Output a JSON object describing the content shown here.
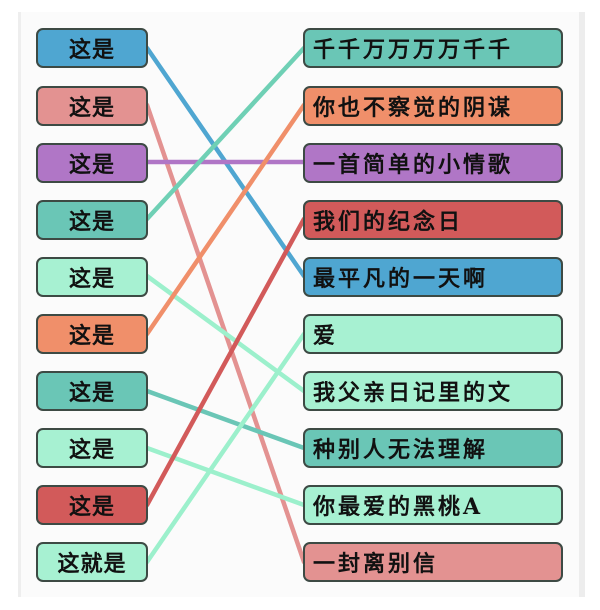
{
  "colors": {
    "blue": "#4fa6d1",
    "pink": "#e39291",
    "purple": "#b076c6",
    "teal": "#6ac6b6",
    "mint": "#a7f1d2",
    "orange": "#f08f6a",
    "red": "#d25a5a",
    "line_teal": "#6fd0b5",
    "line_mint": "#9cf0cc"
  },
  "left_items": [
    {
      "label": "这是",
      "color": "blue"
    },
    {
      "label": "这是",
      "color": "pink"
    },
    {
      "label": "这是",
      "color": "purple"
    },
    {
      "label": "这是",
      "color": "teal"
    },
    {
      "label": "这是",
      "color": "mint"
    },
    {
      "label": "这是",
      "color": "orange"
    },
    {
      "label": "这是",
      "color": "teal"
    },
    {
      "label": "这是",
      "color": "mint"
    },
    {
      "label": "这是",
      "color": "red"
    },
    {
      "label": "这就是",
      "color": "mint"
    }
  ],
  "right_items": [
    {
      "label": "千千万万万万千千",
      "color": "teal"
    },
    {
      "label": "你也不察觉的阴谋",
      "color": "orange"
    },
    {
      "label": "一首简单的小情歌",
      "color": "purple"
    },
    {
      "label": "我们的纪念日",
      "color": "red"
    },
    {
      "label": "最平凡的一天啊",
      "color": "blue"
    },
    {
      "label": "爱",
      "color": "mint"
    },
    {
      "label": "我父亲日记里的文",
      "color": "mint"
    },
    {
      "label": "种别人无法理解",
      "color": "teal"
    },
    {
      "label": "你最爱的黑桃A",
      "color": "mint"
    },
    {
      "label": "一封离别信",
      "color": "pink"
    }
  ],
  "connections": [
    {
      "from": 0,
      "to": 4,
      "color": "blue"
    },
    {
      "from": 1,
      "to": 9,
      "color": "pink"
    },
    {
      "from": 2,
      "to": 2,
      "color": "purple"
    },
    {
      "from": 3,
      "to": 0,
      "color": "line_teal"
    },
    {
      "from": 4,
      "to": 6,
      "color": "line_mint"
    },
    {
      "from": 5,
      "to": 1,
      "color": "orange"
    },
    {
      "from": 6,
      "to": 7,
      "color": "teal"
    },
    {
      "from": 7,
      "to": 8,
      "color": "line_mint"
    },
    {
      "from": 8,
      "to": 3,
      "color": "red"
    },
    {
      "from": 9,
      "to": 5,
      "color": "line_mint"
    }
  ]
}
